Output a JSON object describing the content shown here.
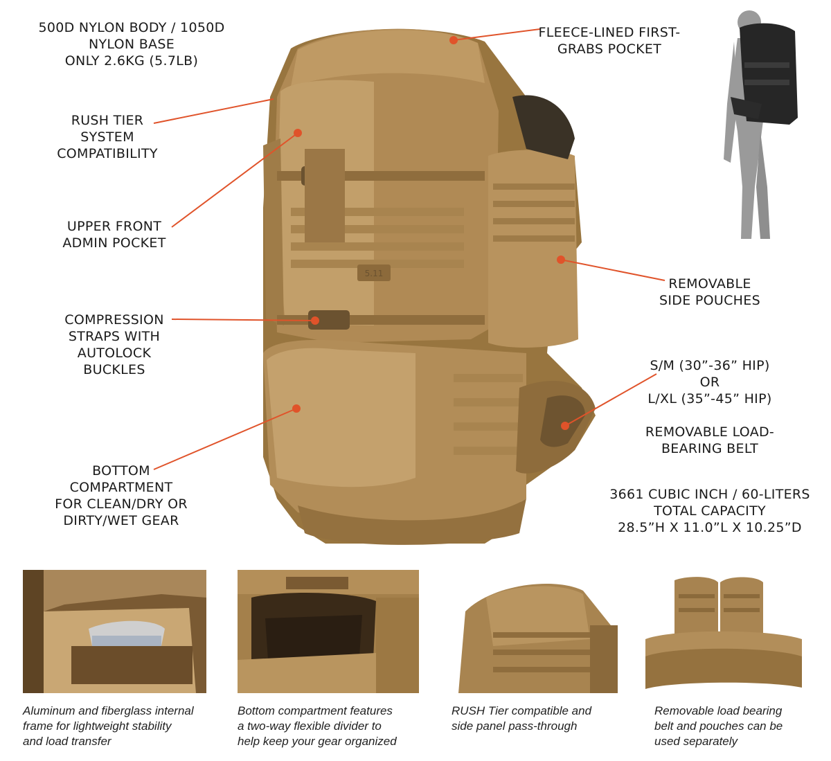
{
  "specs": {
    "material": "500D NYLON BODY / 1050D\nNYLON BASE\nONLY 2.6KG (5.7LB)",
    "hip_sizes": "S/M (30”-36” HIP)\nOR\nL/XL (35”-45” HIP)",
    "belt": "REMOVABLE LOAD-\nBEARING BELT",
    "capacity": "3661 CUBIC INCH / 60-LITERS\nTOTAL CAPACITY\n28.5”H X 11.0”L X 10.25”D"
  },
  "callouts": {
    "fleece_pocket": "FLEECE-LINED FIRST-\nGRABS POCKET",
    "rush_tier": "RUSH TIER\nSYSTEM\nCOMPATIBILITY",
    "admin_pocket": "UPPER FRONT\nADMIN POCKET",
    "compression": "COMPRESSION\nSTRAPS WITH\nAUTOLOCK\nBUCKLES",
    "bottom": "BOTTOM\nCOMPARTMENT\nFOR CLEAN/DRY OR\nDIRTY/WET GEAR",
    "side_pouches": "REMOVABLE\nSIDE POUCHES"
  },
  "logo_text": "5.11",
  "colors": {
    "accent": "#e0532a",
    "tan": "#a8834f",
    "tan_dark": "#7d5f36",
    "tan_light": "#c4a16d",
    "silhouette": "#9a9a9a",
    "black_pack": "#262626"
  },
  "features": [
    {
      "caption": "Aluminum and fiberglass internal\nframe for lightweight stability\nand load transfer"
    },
    {
      "caption": "Bottom compartment features\na two-way flexible divider to\nhelp keep your gear organized"
    },
    {
      "caption": "RUSH Tier compatible and\nside panel pass-through"
    },
    {
      "caption": "Removable load bearing\nbelt and pouches can be\nused separately"
    }
  ]
}
